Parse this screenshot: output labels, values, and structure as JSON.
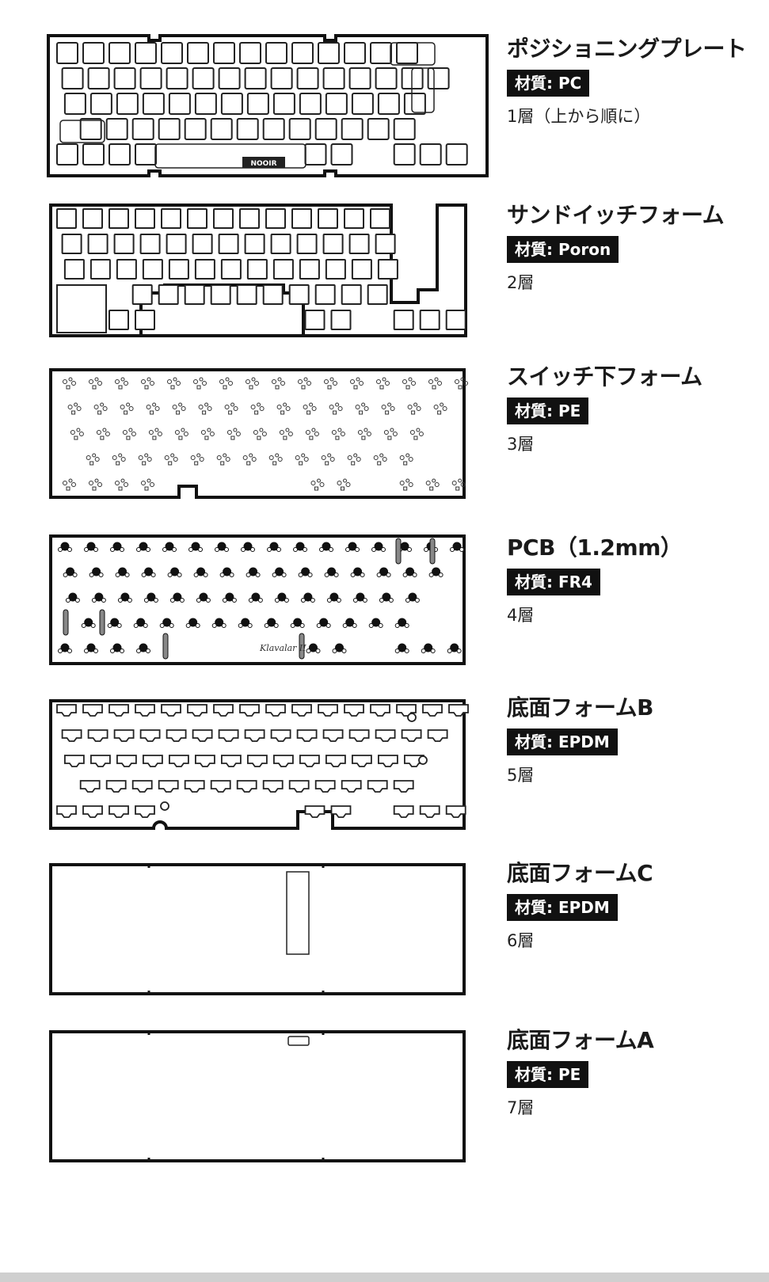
{
  "material_label": "材質:",
  "layers": [
    {
      "id": "plate",
      "title": "ポジショニングプレート",
      "material": "PC",
      "order": "1層（上から順に）",
      "brand": "NOOIR"
    },
    {
      "id": "sandwich",
      "title": "サンドイッチフォーム",
      "material": "Poron",
      "order": "2層"
    },
    {
      "id": "switch",
      "title": "スイッチ下フォーム",
      "material": "PE",
      "order": "3層"
    },
    {
      "id": "pcb",
      "title": "PCB（1.2mm）",
      "material": "FR4",
      "order": "4層",
      "signature": "Klavalar II"
    },
    {
      "id": "foamB",
      "title": "底面フォームB",
      "material": "EPDM",
      "order": "5層"
    },
    {
      "id": "foamC",
      "title": "底面フォームC",
      "material": "EPDM",
      "order": "6層"
    },
    {
      "id": "foamA",
      "title": "底面フォームA",
      "material": "PE",
      "order": "7層"
    }
  ]
}
